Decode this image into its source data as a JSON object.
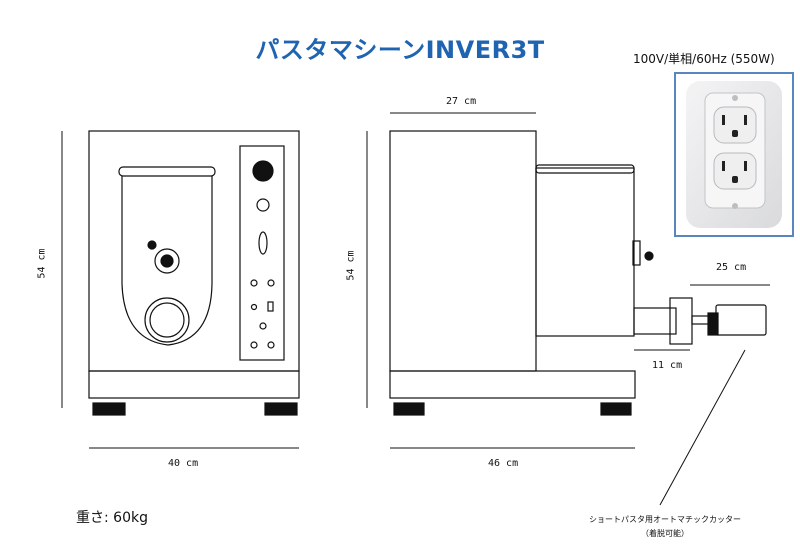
{
  "title": "パスタマシーンINVER3T",
  "power_spec": "100V/単相/60Hz (550W)",
  "weight": "重さ: 60kg",
  "dimensions": {
    "front_height": "54 cm",
    "front_width": "40 cm",
    "side_depth_body": "27 cm",
    "side_height": "54 cm",
    "side_total_width": "46 cm",
    "cutter_length": "25 cm",
    "nozzle_length": "11 cm"
  },
  "cutter_caption": {
    "line1": "ショートパスタ用オートマチックカッター",
    "line2": "（着脱可能）"
  },
  "colors": {
    "title": "#1f64b0",
    "outlet_border": "#5a86c0",
    "outlet_panel": "#e9eaec",
    "line": "#111111"
  }
}
